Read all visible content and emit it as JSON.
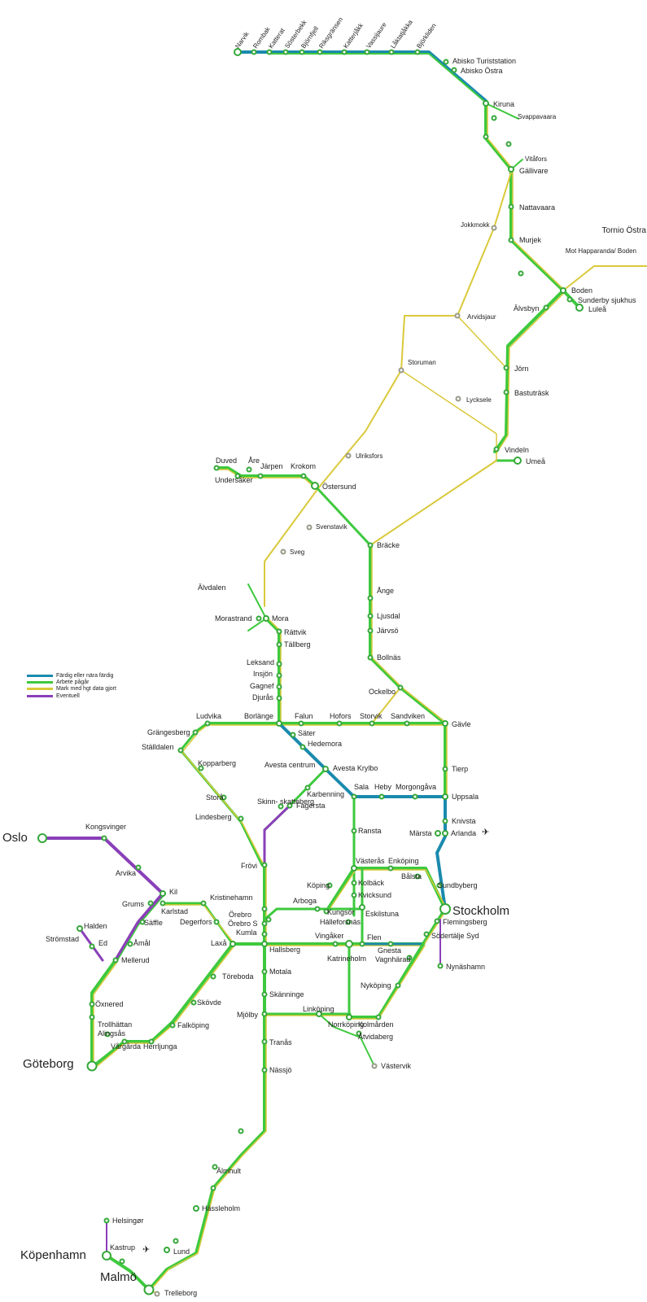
{
  "colors": {
    "blue": "#1a8aad",
    "green": "#3ec93e",
    "yellow": "#d9c93a",
    "purple": "#8a3fb8",
    "olive": "#9ab83a",
    "station_stroke": "#36a83a",
    "station_grey": "#9a9a8a"
  },
  "legend": [
    {
      "label": "Färdig eller nära färdig",
      "color": "#1a8aad"
    },
    {
      "label": "Arbete pågår",
      "color": "#3ec93e"
    },
    {
      "label": "Mark med hgt data gjort",
      "color": "#d9c93a"
    },
    {
      "label": "Eventuell",
      "color": "#8a3fb8"
    }
  ],
  "stations": {
    "narvik": "Narvik",
    "rombak": "Rombak",
    "katterat": "Katterat",
    "sosterbekk": "Sösterbekk",
    "bjornfjell": "Björnfjell",
    "riksgransen": "Riksgränsen",
    "katterjakk": "Katterjåkk",
    "vassijaure": "Vassijaure",
    "laktatjakka": "Låktatjåkka",
    "bjorkliden": "Björkliden",
    "abisko_t": "Abisko Turiststation",
    "abisko_o": "Abisko Östra",
    "kiruna": "Kiruna",
    "svappavaara": "Svappavaara",
    "vitafors": "Vitåfors",
    "gallivare": "Gällivare",
    "nattavaara": "Nattavaara",
    "murjek": "Murjek",
    "jokkmokk": "Jokkmokk",
    "tornio": "Tornio Östra",
    "haparanda": "Mot Happaranda/ Boden",
    "boden": "Boden",
    "sunderby": "Sunderby sjukhus",
    "lulea": "Luleå",
    "alvsbyn": "Älvsbyn",
    "arvidsjaur": "Arvidsjaur",
    "jorn": "Jörn",
    "storuman": "Storuman",
    "bastutrask": "Bastuträsk",
    "lycksele": "Lycksele",
    "vindeln": "Vindeln",
    "umea": "Umeå",
    "ulriksfors": "Ulriksfors",
    "duved": "Duved",
    "are": "Åre",
    "jarpen": "Järpen",
    "krokom": "Krokom",
    "undersaker": "Undersåker",
    "ostersund": "Östersund",
    "svenstavik": "Svenstavik",
    "sveg": "Sveg",
    "bracke": "Bräcke",
    "ange": "Ånge",
    "ljusdal": "Ljusdal",
    "jarvso": "Järvsö",
    "bollnas": "Bollnäs",
    "alvdalen": "Älvdalen",
    "morastrand": "Morastrand",
    "mora": "Mora",
    "rattvik": "Rättvik",
    "tallberg": "Tällberg",
    "leksand": "Leksand",
    "insjon": "Insjön",
    "gagnef": "Gagnef",
    "djuras": "Djurås",
    "ockelbo": "Ockelbo",
    "ludvika": "Ludvika",
    "borlange": "Borlänge",
    "falun": "Falun",
    "hofors": "Hofors",
    "storvik": "Storvik",
    "sandviken": "Sandviken",
    "gavle": "Gävle",
    "grangesberg": "Grängesberg",
    "stalldalen": "Ställdalen",
    "sater": "Säter",
    "hedemora": "Hedemora",
    "kopparberg": "Kopparberg",
    "avesta_c": "Avesta centrum",
    "avesta_k": "Avesta Krylbo",
    "tierp": "Tierp",
    "sala": "Sala",
    "heby": "Heby",
    "morgongava": "Morgongåva",
    "uppsala": "Uppsala",
    "stora": "Storå",
    "karbenning": "Karbenning",
    "skinnskatteberg": "Skinn- skatteberg",
    "fagersta": "Fagersta",
    "lindesberg": "Lindesberg",
    "ransta": "Ransta",
    "knivsta": "Knivsta",
    "marsta": "Märsta",
    "arlanda": "Arlanda",
    "oslo": "Oslo",
    "kongsvinger": "Kongsvinger",
    "arvika": "Arvika",
    "frovi": "Frövi",
    "vasteras": "Västerås",
    "enkoping": "Enköping",
    "balsta": "Bålsta",
    "kil": "Kil",
    "koping": "Köping",
    "kolback": "Kolbäck",
    "sundbyberg": "Sundbyberg",
    "kvicksund": "Kvicksund",
    "grums": "Grums",
    "karlstad": "Karlstad",
    "kristinehamn": "Kristinehamn",
    "arboga": "Arboga",
    "stockholm": "Stockholm",
    "saffle": "Säffle",
    "degerfors": "Degerfors",
    "orebro": "Örebro",
    "orebro_s": "Örebro S",
    "kungsor": "Kungsör",
    "eskilstuna": "Eskilstuna",
    "flemingsberg": "Flemingsberg",
    "halden": "Halden",
    "hallefors": "Hälleforsnäs",
    "sodertalje": "Södertälje Syd",
    "stromstad": "Strömstad",
    "ed": "Ed",
    "amal": "Åmål",
    "kumla": "Kumla",
    "vingaker": "Vingåker",
    "flen": "Flen",
    "laxa": "Laxå",
    "hallsberg": "Hallsberg",
    "gnesta": "Gnesta",
    "nynashamn": "Nynäshamn",
    "mellerud": "Mellerud",
    "katrineholm": "Katrineholm",
    "vagnharad": "Vagnhärad",
    "toreboda": "Töreboda",
    "motala": "Motala",
    "skovde": "Skövde",
    "nykoping": "Nyköping",
    "oxnered": "Öxnered",
    "skanninge": "Skänninge",
    "falkoping": "Falköping",
    "trollhattan": "Trollhättan",
    "alingsas": "Alingsås",
    "mjolby": "Mjölby",
    "linkoping": "Linköping",
    "norrkoping": "Norrköping",
    "kolmarden": "Kolmården",
    "vargarda": "Vårgårda",
    "herrljunga": "Herrljunga",
    "atvidaberg": "Åtvidaberg",
    "goteborg": "Göteborg",
    "tranas": "Tranås",
    "vastervik": "Västervik",
    "nassjo": "Nässjö",
    "almhult": "Älmhult",
    "hassleholm": "Hässleholm",
    "helsingor": "Helsingør",
    "kopenhamn": "Köpenhamn",
    "kastrup": "Kastrup",
    "lund": "Lund",
    "malmo": "Malmö",
    "trelleborg": "Trelleborg"
  },
  "icons": {
    "airport": "airplane-icon"
  }
}
